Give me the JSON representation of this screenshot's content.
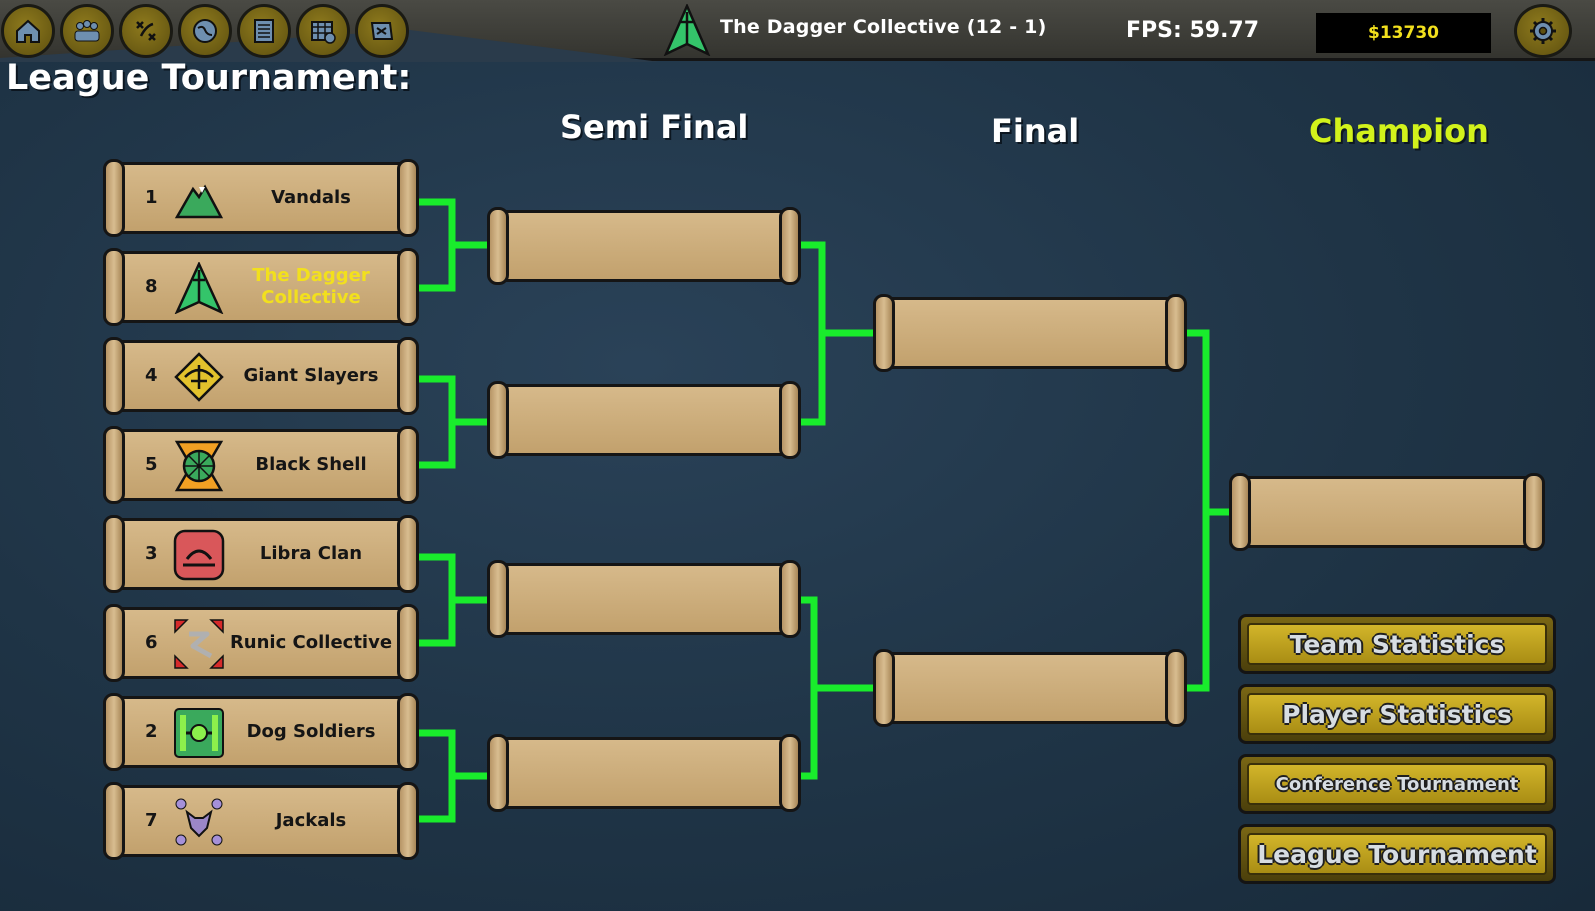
{
  "header": {
    "team_title": "The Dagger Collective  (12 - 1)",
    "fps": "FPS: 59.77",
    "money": "$13730",
    "nav_icons": [
      "home-icon",
      "team-roster-icon",
      "tactics-icon",
      "world-map-icon",
      "ledger-icon",
      "schedule-icon",
      "scroll-map-icon"
    ]
  },
  "page": {
    "heading": "League Tournament:",
    "rounds": {
      "semi": "Semi Final",
      "final": "Final",
      "champion": "Champion"
    }
  },
  "teams": [
    {
      "seed": "1",
      "name": "Vandals",
      "icon": "mountain-icon",
      "highlight": false
    },
    {
      "seed": "8",
      "name": "The Dagger Collective",
      "icon": "dagger-icon",
      "highlight": true
    },
    {
      "seed": "4",
      "name": "Giant Slayers",
      "icon": "crossbow-icon",
      "highlight": false
    },
    {
      "seed": "5",
      "name": "Black Shell",
      "icon": "turtle-shell-icon",
      "highlight": false
    },
    {
      "seed": "3",
      "name": "Libra Clan",
      "icon": "libra-icon",
      "highlight": false
    },
    {
      "seed": "6",
      "name": "Runic Collective",
      "icon": "rune-icon",
      "highlight": false
    },
    {
      "seed": "2",
      "name": "Dog Soldiers",
      "icon": "tie-fighter-icon",
      "highlight": false
    },
    {
      "seed": "7",
      "name": "Jackals",
      "icon": "jackal-icon",
      "highlight": false
    }
  ],
  "actions": {
    "team_stats": "Team Statistics",
    "player_stats": "Player Statistics",
    "conference": "Conference Tournament",
    "league": "League Tournament"
  },
  "colors": {
    "bracket_line": "#19ec2c",
    "highlight_text": "#f2e01d",
    "champion_label": "#d2f21b"
  }
}
